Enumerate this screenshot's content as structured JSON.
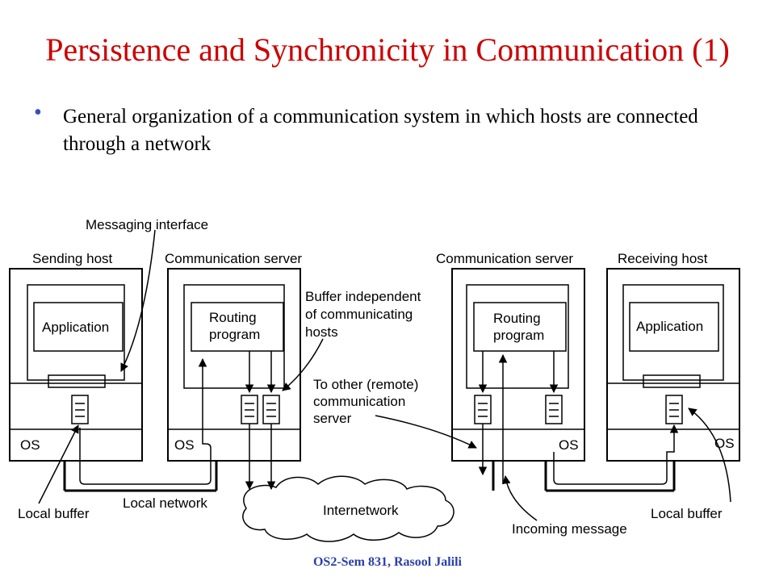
{
  "slide": {
    "title": "Persistence and Synchronicity in Communication (1)",
    "bullet_symbol": "•",
    "bullet_text": "General organization of a communication system in which hosts are connected through a network",
    "footer": "OS2-Sem 831, Rasool Jalili"
  },
  "diagram": {
    "messaging_interface": "Messaging interface",
    "sending_host": "Sending host",
    "comm_server_left": "Communication server",
    "comm_server_right": "Communication server",
    "receiving_host": "Receiving host",
    "application_left": "Application",
    "application_right": "Application",
    "routing_left_1": "Routing",
    "routing_left_2": "program",
    "routing_right_1": "Routing",
    "routing_right_2": "program",
    "buffer_independent_1": "Buffer independent",
    "buffer_independent_2": "of communicating",
    "buffer_independent_3": "hosts",
    "to_other_1": "To other (remote)",
    "to_other_2": "communication",
    "to_other_3": "server",
    "os_1": "OS",
    "os_2": "OS",
    "os_3": "OS",
    "os_4": "OS",
    "local_buffer_left": "Local buffer",
    "local_network": "Local network",
    "internetwork": "Internetwork",
    "incoming_message": "Incoming message",
    "local_buffer_right": "Local buffer"
  }
}
